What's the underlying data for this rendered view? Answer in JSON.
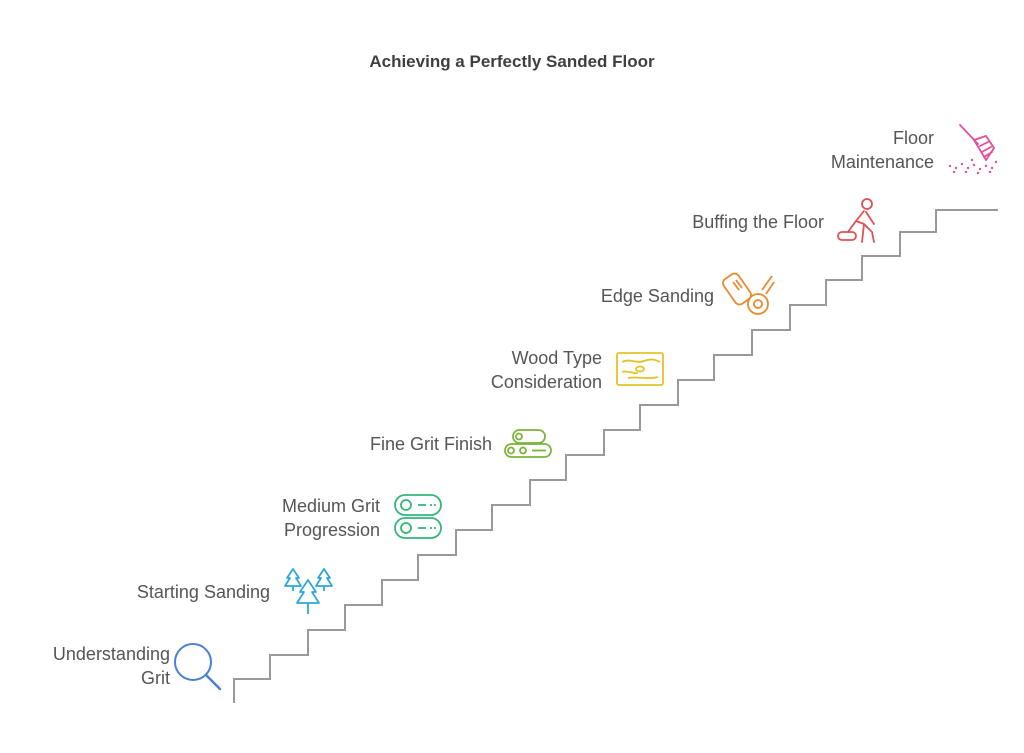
{
  "title": "Achieving a Perfectly Sanded Floor",
  "steps": [
    {
      "label_lines": [
        "Understanding",
        "Grit"
      ],
      "icon": "magnifier-icon",
      "color": "#4a7fd4"
    },
    {
      "label_lines": [
        "Starting Sanding"
      ],
      "icon": "pine-trees-icon",
      "color": "#2fa8d8"
    },
    {
      "label_lines": [
        "Medium Grit",
        "Progression"
      ],
      "icon": "logs-icon",
      "color": "#35b57a"
    },
    {
      "label_lines": [
        "Fine Grit Finish"
      ],
      "icon": "log-pile-icon",
      "color": "#7bb33a"
    },
    {
      "label_lines": [
        "Wood Type",
        "Consideration"
      ],
      "icon": "wood-plank-icon",
      "color": "#e3c226"
    },
    {
      "label_lines": [
        "Edge Sanding"
      ],
      "icon": "sanding-tool-icon",
      "color": "#e98a2e"
    },
    {
      "label_lines": [
        "Buffing the Floor"
      ],
      "icon": "floor-buffer-person-icon",
      "color": "#e05050"
    },
    {
      "label_lines": [
        "Floor",
        "Maintenance"
      ],
      "icon": "broom-icon",
      "color": "#e04f9e"
    }
  ]
}
